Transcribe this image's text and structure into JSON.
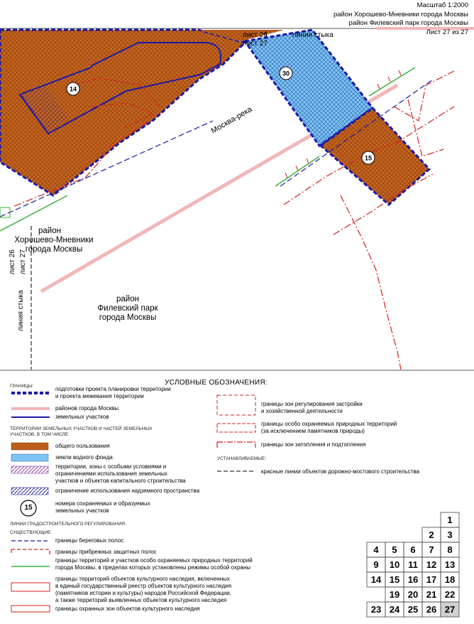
{
  "header": {
    "scale": "Масштаб 1:2000",
    "district1": "район Хорошево-Мневники города Москвы",
    "district2": "район Филевский парк города Москвы",
    "sheet": "Лист 27 из 27"
  },
  "map": {
    "sheet_top_a": "лист 26",
    "sheet_top_b": "лист 27",
    "junction_top": "линия стыка",
    "sheet_left_a": "лист 26",
    "sheet_left_b": "лист 27",
    "junction_left": "линия стыка",
    "river": "Москва-река",
    "districtA_l1": "район",
    "districtA_l2": "Хорошево-Мневники",
    "districtA_l3": "города Москвы",
    "districtB_l1": "район",
    "districtB_l2": "Филевский парк",
    "districtB_l3": "города Москвы",
    "plots": [
      "14",
      "30",
      "15"
    ]
  },
  "legend": {
    "title": "УСЛОВНЫЕ ОБОЗНАЧЕНИЯ:",
    "boundaries_hdr": "ГРАНИЦЫ:",
    "b1": "подготовки проекта планировки территории",
    "b1b": "и проекта межевания территории",
    "b2": "районов города Москвы",
    "b3": "земельных участков",
    "terr_hdr": "ТЕРРИТОРИИ ЗЕМЕЛЬНЫХ УЧАСТКОВ И ЧАСТЕЙ ЗЕМЕЛЬНЫХ",
    "terr_hdr2": "УЧАСТКОВ, В ТОМ ЧИСЛЕ:",
    "t1": "общего пользования",
    "t2": "земли водного фонда",
    "t3": "территории, зоны с особыми условиями и",
    "t3b": "ограничениями использования земельных",
    "t3c": "участков и объектов капитального строительства",
    "t4": "ограничение использования надземного пространства",
    "num_sample": "15",
    "t5": "номера сохраняемых и образуемых",
    "t5b": "земельных участков",
    "lines_hdr": "ЛИНИИ ГРАДОСТРОИТЕЛЬНОГО РЕГУЛИРОВАНИЯ:",
    "existing_hdr": "СУЩЕСТВУЮЩИЕ:",
    "e1": "границы береговых полос",
    "e2": "границы прибрежных защитных полос",
    "e3": "границы территорий и участков особо охраняемых природных территорий",
    "e3b": "города Москвы, в пределах которых установлены режимы особой охраны",
    "e4": "границы территорий объектов культурного наследия, включенных",
    "e4b": "в единый государственный реестр объектов культурного наследия",
    "e4c": "(памятников истории и культуры) народов Российской Федерации,",
    "e4d": "а также территорий выявленных объектов культурного наследия",
    "e5": "границы охранных зон объектов культурного наследия",
    "r1": "границы зон регулирования застройки",
    "r1b": "и хозяйственной деятельности",
    "r2": "границы особо охраняемых природных территорий",
    "r2b": "(за исключением памятников природы)",
    "r3": "границы зон затопления и подтопления",
    "established_hdr": "УСТАНАВЛИВАЕМЫЕ:",
    "s1": "красные линии объектов дорожно-мостового строительства"
  },
  "sheet_index": [
    "1",
    "2",
    "3",
    "4",
    "5",
    "6",
    "7",
    "8",
    "9",
    "10",
    "11",
    "12",
    "13",
    "14",
    "15",
    "16",
    "17",
    "18",
    "19",
    "20",
    "21",
    "22",
    "23",
    "24",
    "25",
    "26",
    "27"
  ],
  "colors": {
    "public_use": "#c8641e",
    "water_fund": "#7cc4f0",
    "plot_boundary": "#1a1aa8",
    "district_boundary": "#f0b0b0",
    "red_line": "#d42020",
    "green_line": "#3ab03a"
  }
}
